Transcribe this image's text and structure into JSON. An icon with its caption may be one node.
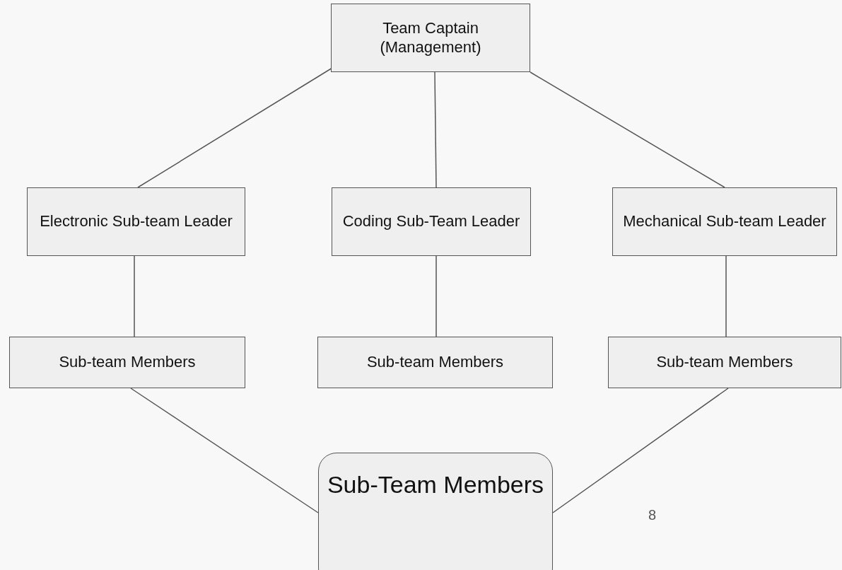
{
  "diagram": {
    "nodes": [
      {
        "text": [
          "Team Captain (Management)"
        ]
      },
      {
        "text": [
          "Electronic Sub-team Leader"
        ]
      },
      {
        "text": [
          "Coding Sub-Team Leader"
        ]
      },
      {
        "text": [
          "Mechanical Sub-team Leader"
        ]
      },
      {
        "text": [
          "Sub-team Members"
        ]
      },
      {
        "text": [
          "Sub-team Members"
        ]
      },
      {
        "text": [
          "Sub-team Members"
        ]
      },
      {
        "text": [
          "Sub-Team Members"
        ]
      }
    ],
    "edges": [
      {
        "from": 0,
        "to": 1,
        "arrow": "none"
      },
      {
        "from": 0,
        "to": 2,
        "arrow": "none"
      },
      {
        "from": 0,
        "to": 3,
        "arrow": "none"
      },
      {
        "from": 1,
        "to": 4,
        "arrow": "none"
      },
      {
        "from": 2,
        "to": 5,
        "arrow": "none"
      },
      {
        "from": 3,
        "to": 6,
        "arrow": "none"
      },
      {
        "from": 4,
        "to": 7,
        "arrow": "none"
      },
      {
        "from": 6,
        "to": 7,
        "arrow": "none"
      }
    ],
    "labels": [
      "8"
    ]
  }
}
